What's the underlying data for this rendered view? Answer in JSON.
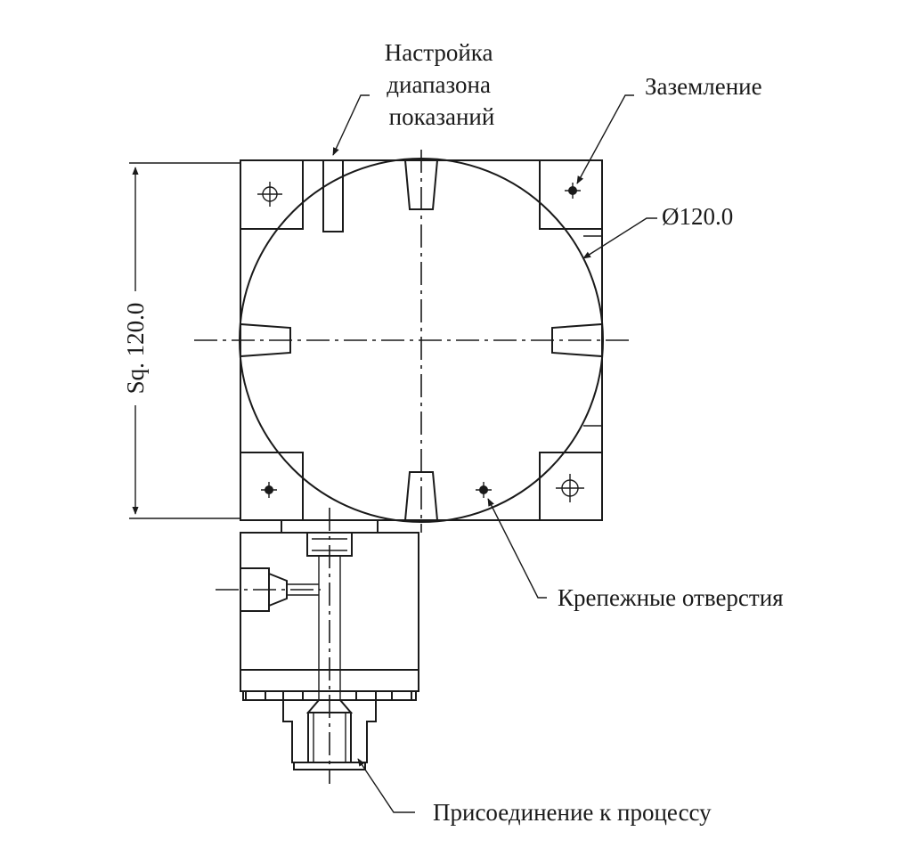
{
  "labels": {
    "range_adjust": [
      "Настройка",
      "диапазона",
      "показаний"
    ],
    "grounding": "Заземление",
    "diameter": "Ø120.0",
    "square_size": "Sq. 120.0",
    "mounting_holes": "Крепежные отверстия",
    "process_connection": "Присоединение к процессу"
  },
  "colors": {
    "line": "#1a1a1a",
    "background": "#ffffff"
  }
}
